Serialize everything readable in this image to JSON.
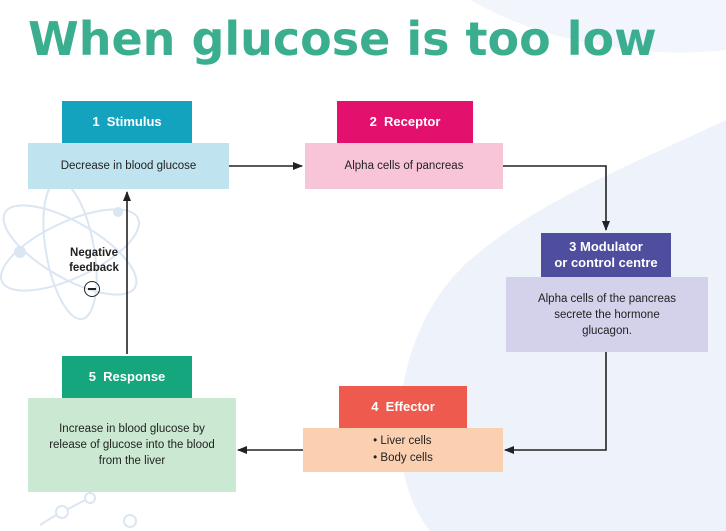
{
  "title": "When glucose is too low",
  "steps": {
    "stimulus": {
      "header": "1  Stimulus",
      "body": "Decrease in blood glucose"
    },
    "receptor": {
      "header": "2  Receptor",
      "body": "Alpha cells of pancreas"
    },
    "modulator": {
      "header": "3  Modulator\nor control centre",
      "body": "Alpha cells of the pancreas\nsecrete the hormone\nglucagon."
    },
    "effector": {
      "header": "4  Effector",
      "items": [
        "Liver cells",
        "Body cells"
      ]
    },
    "response": {
      "header": "5  Response",
      "body": "Increase in blood glucose by\nrelease of glucose into the blood\nfrom the liver"
    }
  },
  "feedback": {
    "label": "Negative\nfeedback",
    "icon": "minus-circle-icon"
  },
  "colors": {
    "title": "#3aae8e",
    "stimulus_header": "#13a3bf",
    "stimulus_body": "#bfe4f0",
    "receptor_header": "#e4106e",
    "receptor_body": "#f8c4d8",
    "modulator_header": "#4f4d9e",
    "modulator_body": "#d4d1ea",
    "effector_header": "#ef5a4e",
    "effector_body": "#fad0b0",
    "response_header": "#15a67e",
    "response_body": "#cbe9d2"
  }
}
